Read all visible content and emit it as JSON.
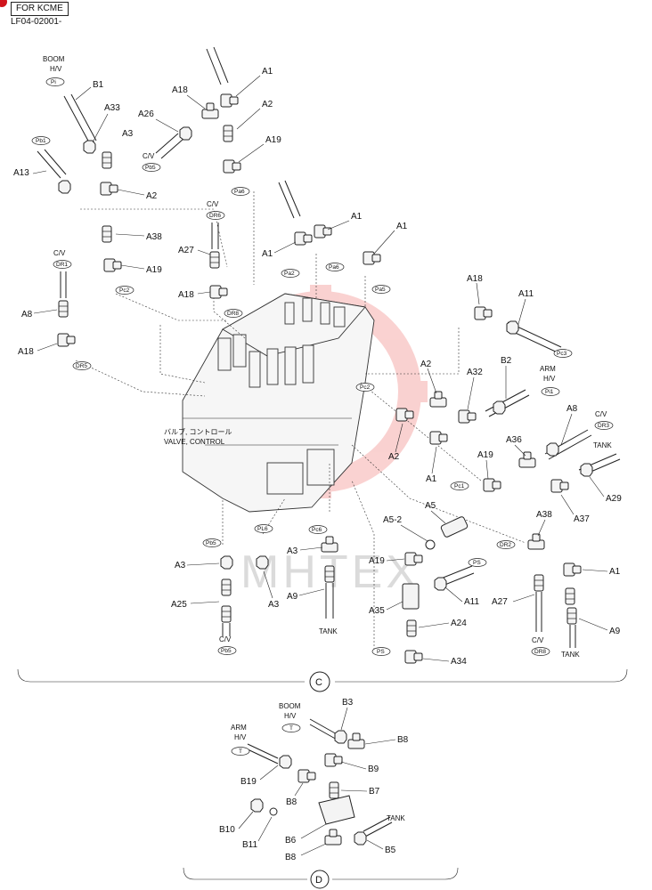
{
  "header": {
    "tag": "FOR KCME",
    "code": "LF04-02001-"
  },
  "valve_label": {
    "jp": "バルブ, コントロール",
    "en": "VALVE, CONTROL"
  },
  "callouts": {
    "A1": "A1",
    "A2": "A2",
    "A3": "A3",
    "A5": "A5",
    "A5_2": "A5-2",
    "A8": "A8",
    "A9": "A9",
    "A11": "A11",
    "A13": "A13",
    "A18": "A18",
    "A19": "A19",
    "A24": "A24",
    "A25": "A25",
    "A26": "A26",
    "A27": "A27",
    "A29": "A29",
    "A32": "A32",
    "A33": "A33",
    "A34": "A34",
    "A35": "A35",
    "A36": "A36",
    "A37": "A37",
    "A38": "A38",
    "B1": "B1",
    "B2": "B2",
    "B3": "B3",
    "B5": "B5",
    "B6": "B6",
    "B7": "B7",
    "B8": "B8",
    "B9": "B9",
    "B10": "B10",
    "B11": "B11",
    "B19": "B19"
  },
  "words": {
    "boom": "BOOM",
    "arm": "ARM",
    "hv": "H/V",
    "cv": "C/V",
    "tank": "TANK"
  },
  "ports": {
    "pi": "Pi",
    "pi1": "Pi1",
    "pb1": "Pb1",
    "pb2": "Pb2",
    "pb5": "Pb5",
    "pb6": "Pb6",
    "pa2": "Pa2",
    "pa6": "Pa6",
    "pa5": "Pa5",
    "pc2": "Pc2",
    "pc3": "Pc3",
    "pc1": "Pc1",
    "pc6": "Pc6",
    "pl6": "PL6",
    "dr1": "DR1",
    "dr2": "DR2",
    "dr3": "DR3",
    "dr5": "DR5",
    "dr6": "DR6",
    "dr8": "DR8",
    "ps": "PS",
    "t": "T"
  },
  "sections": {
    "c": "C",
    "d": "D"
  },
  "watermark": "MHTEX",
  "colors": {
    "watermark_red": "#e8312c",
    "watermark_gray": "#8a8a8a",
    "marker_red": "#d0141c"
  }
}
